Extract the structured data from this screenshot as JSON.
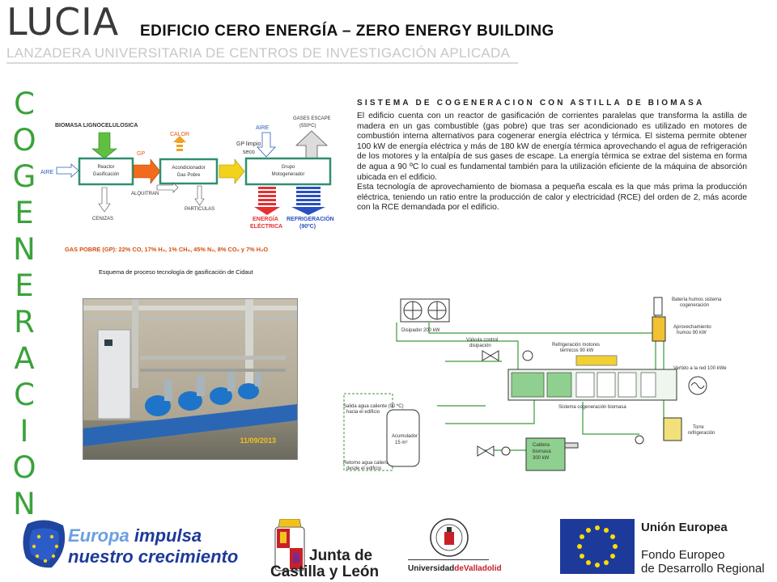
{
  "header": {
    "title": "LUCIA",
    "subtitle": "EDIFICIO CERO ENERGÍA – ZERO ENERGY BUILDING",
    "tagline": "LANZADERA UNIVERSITARIA DE CENTROS DE INVESTIGACIÓN APLICADA"
  },
  "side_title": [
    "C",
    "O",
    "G",
    "E",
    "N",
    "E",
    "R",
    "A",
    "C",
    "I",
    "O",
    "N"
  ],
  "section": {
    "title": "SISTEMA DE COGENERACION CON ASTILLA DE BIOMASA",
    "paragraph1": "El edificio cuenta con un reactor de gasificación de corrientes paralelas que transforma la astilla de madera en un gas combustible (gas pobre) que tras ser acondicionado es utilizado en motores de combustión interna alternativos para cogenerar energía eléctrica y térmica. El sistema permite obtener 100 kW de energía eléctrica y más de 180 kW de energía térmica aprovechando el agua de refrigeración de los motores y la entalpía de sus gases de escape. La energía térmica se extrae del sistema en forma de agua a 90 ºC lo cual es fundamental también para la utilización eficiente de la máquina de absorción ubicada en el edificio.",
    "paragraph2": "Esta tecnología de aprovechamiento de biomasa a pequeña escala es la que más prima la producción eléctrica, teniendo un ratio entre la producción de calor y electricidad (RCE) del orden de 2, más acorde con la RCE demandada por el edificio."
  },
  "flow_diagram": {
    "biomasa": "BIOMASA LIGNOCELULOSICA",
    "aire_left": "AIRE",
    "reactor": [
      "Reactor",
      "Gasificación"
    ],
    "gp": "GP",
    "calor": "CALOR",
    "acondicionador": [
      "Acondicionador",
      "Gas Pobre"
    ],
    "alquitran": "ALQUITRAN",
    "particulas": "PARTICULAS",
    "cenizas": "CENIZAS",
    "gp_limpio": [
      "GP limpio y",
      "seco"
    ],
    "aire_top": "AIRE",
    "gases_escape": [
      "GASES ESCAPE",
      "(550ºC)"
    ],
    "grupo": [
      "Grupo",
      "Motogenerador"
    ],
    "energia": [
      "ENERGÍA",
      "ELÉCTRICA"
    ],
    "refrigeracion": [
      "REFRIGERACIÓN",
      "(90ºC)"
    ],
    "gas_pobre_composition": "GAS POBRE (GP): 22% CO, 17% H₂, 1% CH₄, 45% N₂, 8% CO₂ y 7% H₂O",
    "caption": "Esquema de proceso tecnología de gasificación de Cidaut"
  },
  "photo": {
    "date": "11/09/2013"
  },
  "schematic": {
    "disipador": "Disipador 200 kW",
    "valvula": [
      "Válvula control",
      "disipación"
    ],
    "refrig_motores": [
      "Refrigeración motores",
      "térmicos 90 kW"
    ],
    "bateria": [
      "Batería humos sistema",
      "cogeneración"
    ],
    "aprovechamiento": [
      "Aprovechamiento",
      "humos 90 kW"
    ],
    "vertido": "Vertido a la red 100 kWe",
    "sistema": "Sistema cogeneración biomasa",
    "torre": [
      "Torre",
      "refrigeración"
    ],
    "salida": [
      "Salida agua caliente (90 ºC)",
      "hacia el edificio"
    ],
    "acumulador": [
      "Acumulador",
      "15 m³"
    ],
    "retorno": [
      "Retorno agua caliente",
      "desde el edificio"
    ],
    "caldera": [
      "Caldera",
      "biomasa",
      "300 kW"
    ]
  },
  "footer": {
    "europa_a": "Europa",
    "europa_b": "impulsa",
    "europa_c": "nuestro crecimiento",
    "jcyl_a": "Junta de",
    "jcyl_b": "Castilla y León",
    "uva_a": "Universidad",
    "uva_b": "deValladolid",
    "eu_a": "Unión Europea",
    "eu_b": "Fondo Europeo",
    "eu_c": "de Desarrollo Regional"
  },
  "colors": {
    "green_accent": "#3aa23a",
    "eu_blue": "#1d3a9a",
    "eu_star": "#ffdd00",
    "box_green": "#2f8f6f",
    "orange_arrow": "#f26a1b",
    "yellow_arrow": "#f2d21b"
  }
}
